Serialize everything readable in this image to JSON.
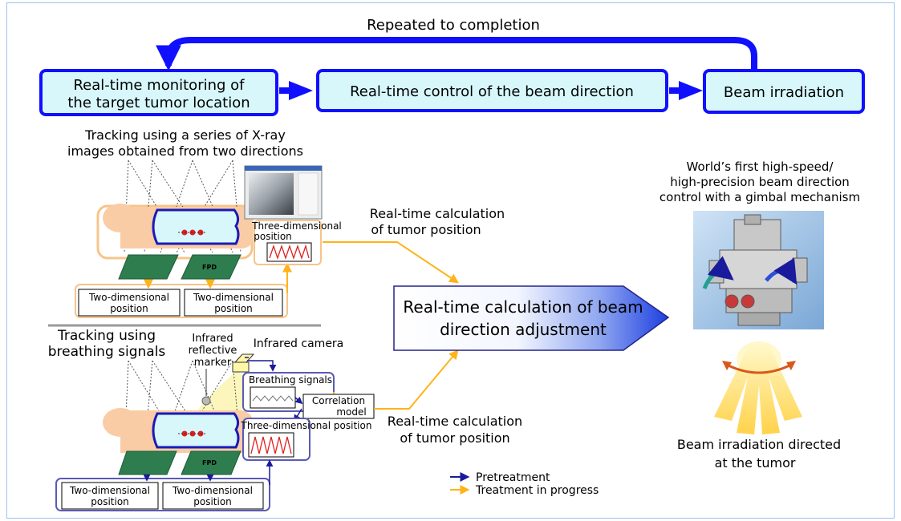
{
  "loop": {
    "repeat_label": "Repeated to completion",
    "steps": [
      {
        "line1": "Real-time monitoring of",
        "line2": "the target tumor location"
      },
      {
        "line1": "Real-time control of the beam direction"
      },
      {
        "line1": "Beam irradiation"
      }
    ]
  },
  "xray_tracking": {
    "title_line1": "Tracking using a series of X-ray",
    "title_line2": "images obtained from two directions",
    "fpd_label": "FPD",
    "pos2d_line1": "Two-dimensional",
    "pos2d_line2": "position",
    "pos3d_line1": "Three-dimensional",
    "pos3d_line2": "position",
    "calc_line1": "Real-time calculation",
    "calc_line2": "of tumor position"
  },
  "breathing_tracking": {
    "title_line1": "Tracking using",
    "title_line2": "breathing signals",
    "marker_line1": "Infrared",
    "marker_line2": "reflective",
    "marker_line3": "marker",
    "camera_label": "Infrared camera",
    "breathing_label": "Breathing signals",
    "corr_line1": "Correlation",
    "corr_line2": "model",
    "pos3d_label": "Three-dimensional position",
    "fpd_label": "FPD",
    "pos2d_line1": "Two-dimensional",
    "pos2d_line2": "position",
    "calc_line1": "Real-time calculation",
    "calc_line2": "of tumor position"
  },
  "center": {
    "line1": "Real-time calculation of beam",
    "line2": "direction adjustment"
  },
  "gimbal": {
    "title_line1": "World’s first high-speed/",
    "title_line2": "high-precision beam direction",
    "title_line3": "control with a gimbal mechanism",
    "caption_line1": "Beam irradiation directed",
    "caption_line2": "at the tumor"
  },
  "legend": {
    "pretreatment": "Pretreatment",
    "treatment": "Treatment in progress"
  },
  "colors": {
    "loop_blue": "#1010ff",
    "box_fill": "#d7f7fb",
    "pretreatment_arrow": "#1a1a9c",
    "treatment_arrow": "#ffb31a",
    "skin": "#f9cca5",
    "detector": "#2e7d4f"
  }
}
